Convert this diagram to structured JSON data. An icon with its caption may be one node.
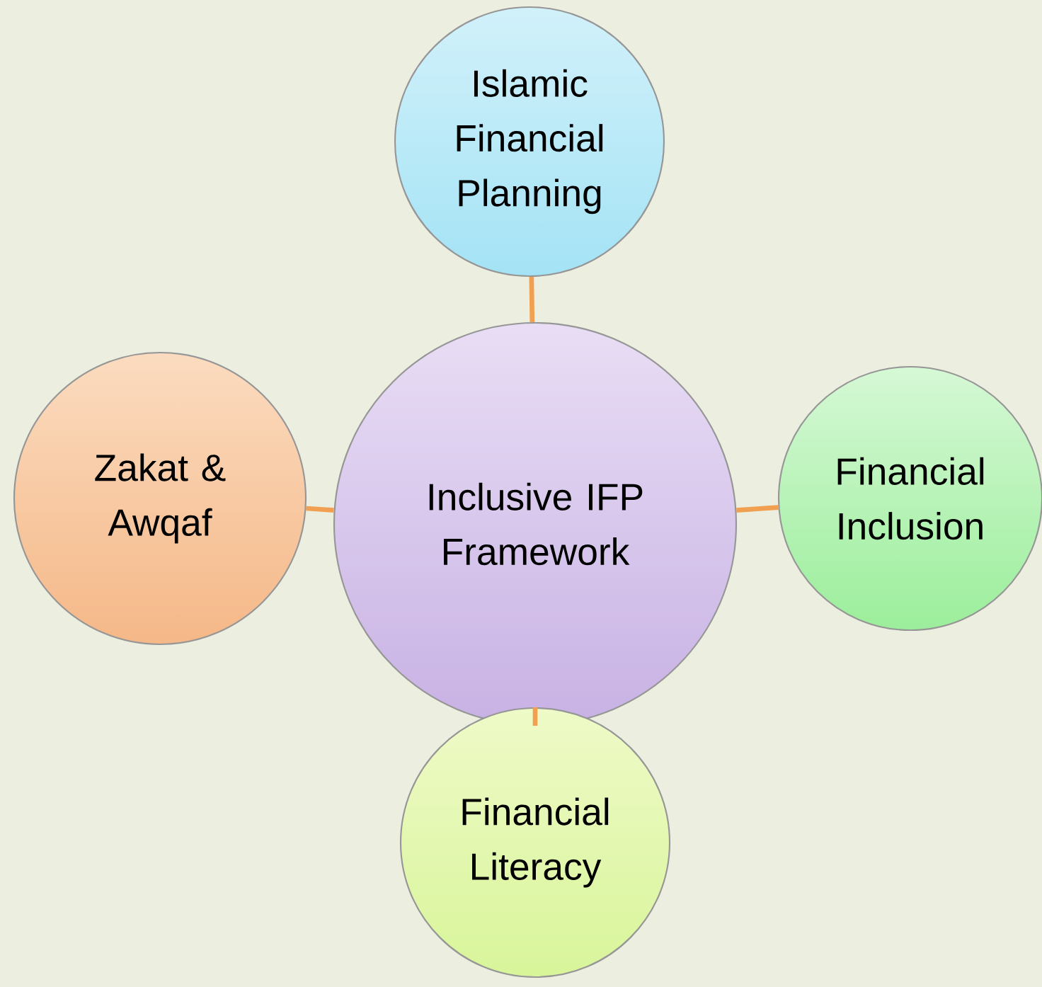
{
  "diagram": {
    "nodes": [
      {
        "text": [
          "Inclusive IFP Framework"
        ]
      },
      {
        "text": [
          "Islamic Financial Planning"
        ]
      },
      {
        "text": [
          "Zakat & Awqaf"
        ]
      },
      {
        "text": [
          "Financial Inclusion"
        ]
      },
      {
        "text": [
          "Financial Literacy"
        ]
      }
    ],
    "edges": [
      {
        "from": 0,
        "to": 1,
        "arrow": "none"
      },
      {
        "from": 0,
        "to": 2,
        "arrow": "none"
      },
      {
        "from": 0,
        "to": 3,
        "arrow": "none"
      },
      {
        "from": 0,
        "to": 4,
        "arrow": "none"
      }
    ]
  }
}
